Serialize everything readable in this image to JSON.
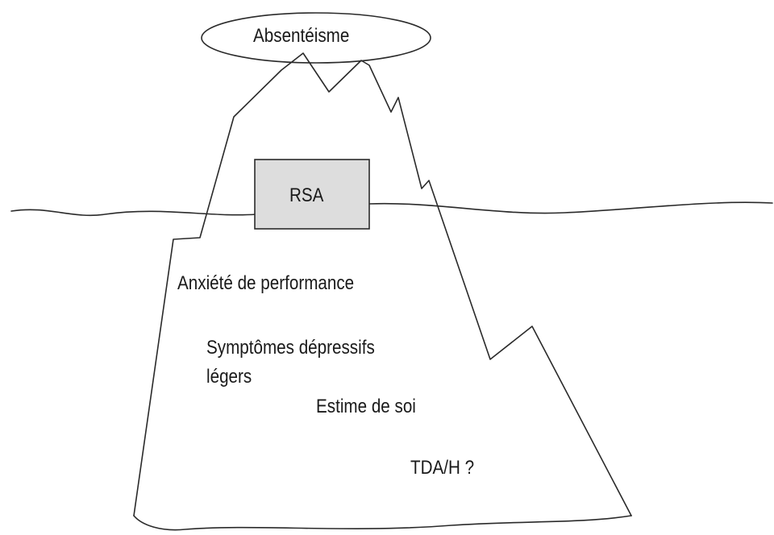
{
  "diagram": {
    "top_label": "Absentéisme",
    "box_label": "RSA",
    "hidden_items": {
      "anxiety": "Anxiété de performance",
      "depressive_line1": "Symptômes dépressifs",
      "depressive_line2": "légers",
      "self_esteem": "Estime de soi",
      "adhd": "TDA/H ?"
    }
  }
}
